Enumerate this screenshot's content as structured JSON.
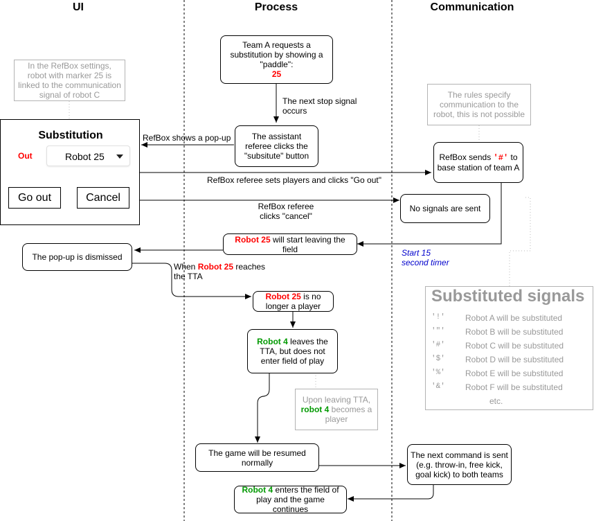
{
  "columns": {
    "ui": "UI",
    "process": "Process",
    "communication": "Communication"
  },
  "popup": {
    "title": "Substitution",
    "out_label": "Out",
    "robot_select": "Robot 25",
    "go_out_button": "Go out",
    "cancel_button": "Cancel"
  },
  "notes": {
    "refbox_settings": "In the RefBox settings, robot with marker 25 is linked to the communication signal of robot C",
    "rules_specify": "The rules specify communication to the robot, this is not possible",
    "leaving_tta_a": "Upon leaving TTA,",
    "leaving_tta_robot": "robot 4",
    "leaving_tta_b": " becomes a player"
  },
  "boxes": {
    "team_request_a": "Team A requests a substitution by showing a \"paddle\":",
    "team_request_num": "25",
    "assistant_referee": "The assistant referee clicks the \"subsitute\" button",
    "refbox_sends_a": "RefBox sends ",
    "refbox_sends_signal": "'#'",
    "refbox_sends_b": " to base station of team A",
    "no_signals": "No signals are sent",
    "start_leaving_robot": "Robot 25",
    "start_leaving_text": " will start leaving the field",
    "popup_dismissed": "The pop-up is dismissed",
    "no_longer_robot": "Robot 25",
    "no_longer_text": " is no longer a player",
    "robot4_leaves_robot": "Robot 4",
    "robot4_leaves_text": " leaves the TTA, but does not enter field of play",
    "game_resumed": "The game will be resumed normally",
    "next_command": "The next command is sent (e.g. throw-in, free kick, goal kick) to both teams",
    "robot4_enters_robot": "Robot 4",
    "robot4_enters_text": " enters the field of play and the game continues"
  },
  "labels": {
    "next_stop": "The next stop signal occurs",
    "shows_popup": "RefBox shows a pop-up",
    "sets_players": "RefBox referee sets players and clicks \"Go out\"",
    "clicks_cancel": "RefBox referee clicks \"cancel\"",
    "timer": "Start 15 second timer",
    "when_reaches_a": "When ",
    "when_reaches_robot": "Robot 25",
    "when_reaches_b": " reaches the TTA"
  },
  "substituted_signals": {
    "title": "Substituted signals",
    "rows": [
      {
        "code": "'!'",
        "text": "Robot A will be substituted"
      },
      {
        "code": "'\"'",
        "text": "Robot B will be substituted"
      },
      {
        "code": "'#'",
        "text": "Robot C will be substituted"
      },
      {
        "code": "'$'",
        "text": "Robot D will be substituted"
      },
      {
        "code": "'%'",
        "text": "Robot E will be substituted"
      },
      {
        "code": "'&'",
        "text": "Robot F will be substituted"
      }
    ],
    "etc": "etc."
  },
  "colors": {
    "red": "#ff0000",
    "green": "#009900",
    "blue": "#0000cc",
    "gray": "#999999"
  }
}
